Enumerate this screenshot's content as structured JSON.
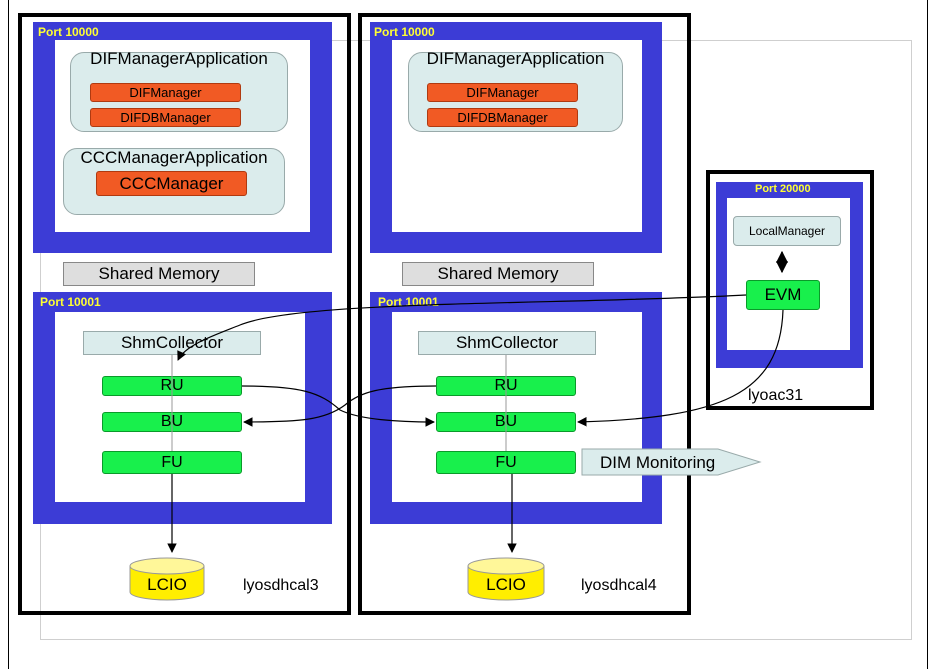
{
  "host1": {
    "port_top": "Port 10000",
    "app1_title": "DIFManagerApplication",
    "app1_items": [
      "DIFManager",
      "DIFDBManager"
    ],
    "app2_title": "CCCManagerApplication",
    "app2_item": "CCCManager",
    "shared_memory": "Shared Memory",
    "port_bottom": "Port 10001",
    "collector": "ShmCollector",
    "ru": "RU",
    "bu": "BU",
    "fu": "FU",
    "storage": "LCIO",
    "hostname": "lyosdhcal3"
  },
  "host2": {
    "port_top": "Port 10000",
    "app1_title": "DIFManagerApplication",
    "app1_items": [
      "DIFManager",
      "DIFDBManager"
    ],
    "shared_memory": "Shared Memory",
    "port_bottom": "Port 10001",
    "collector": "ShmCollector",
    "ru": "RU",
    "bu": "BU",
    "fu": "FU",
    "monitoring": "DIM Monitoring",
    "storage": "LCIO",
    "hostname": "lyosdhcal4"
  },
  "host3": {
    "port": "Port 20000",
    "local_manager": "LocalManager",
    "evm": "EVM",
    "hostname": "lyoac31"
  },
  "colors": {
    "port_blue": "#3c3cd6",
    "component_green": "#18f04c",
    "manager_orange": "#f15a24",
    "app_background": "#dbecec",
    "storage_yellow": "#ffee00",
    "port_label": "#ffff33"
  }
}
